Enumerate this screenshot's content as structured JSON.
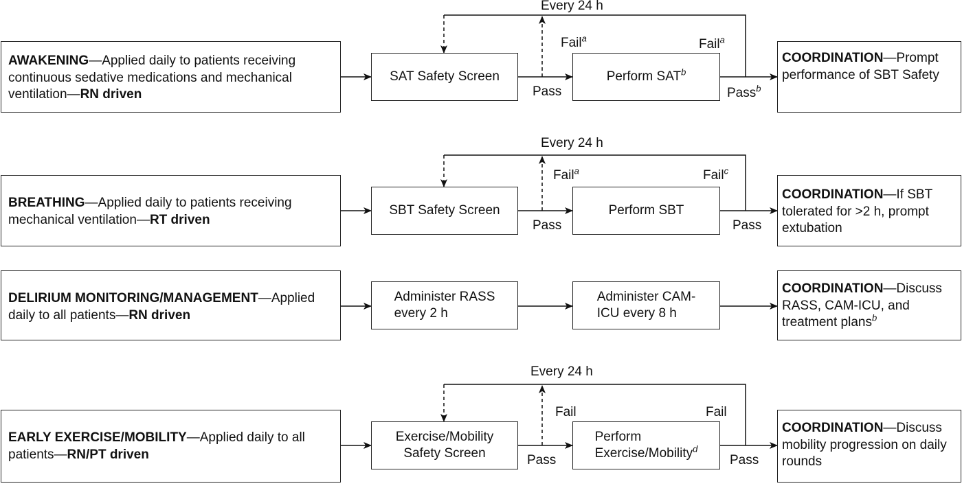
{
  "rows": [
    {
      "left": {
        "title": "AWAKENING",
        "text": "—Applied daily to patients receiving continuous sedative medications and mechanical ventilation—",
        "driver": "RN driven"
      },
      "screen": "SAT Safety Screen",
      "perform": "Perform SAT",
      "perform_sup": "b",
      "loop": "Every 24 h",
      "fail1": "Fail",
      "fail1_sup": "a",
      "fail2": "Fail",
      "fail2_sup": "a",
      "pass1": "Pass",
      "pass2": "Pass",
      "pass2_sup": "b",
      "right": {
        "title": "COORDINATION",
        "text": "—Prompt performance of SBT Safety",
        "sup": ""
      }
    },
    {
      "left": {
        "title": "BREATHING",
        "text": "—Applied daily to patients receiving mechanical ventilation—",
        "driver": "RT driven"
      },
      "screen": "SBT Safety Screen",
      "perform": "Perform SBT",
      "perform_sup": "",
      "loop": "Every 24 h",
      "fail1": "Fail",
      "fail1_sup": "a",
      "fail2": "Fail",
      "fail2_sup": "c",
      "pass1": "Pass",
      "pass2": "Pass",
      "pass2_sup": "",
      "right": {
        "title": "COORDINATION",
        "text": "—If SBT tolerated for >2 h, prompt extubation",
        "sup": ""
      }
    },
    {
      "left": {
        "title": "DELIRIUM MONITORING/MANAGEMENT",
        "text": "—Applied daily to all patients—",
        "driver": "RN driven"
      },
      "screen": "Administer RASS\nevery 2 h",
      "perform": "Administer CAM-\nICU every 8 h",
      "perform_sup": "",
      "right": {
        "title": "COORDINATION",
        "text": "—Discuss RASS, CAM-ICU, and treatment plans",
        "sup": "b"
      }
    },
    {
      "left": {
        "title": "EARLY EXERCISE/MOBILITY",
        "text": "—Applied daily to all patients—",
        "driver": "RN/PT driven"
      },
      "screen": "Exercise/Mobility\nSafety Screen",
      "perform": "Perform\nExercise/Mobility",
      "perform_sup": "d",
      "loop": "Every 24 h",
      "fail1": "Fail",
      "fail1_sup": "",
      "fail2": "Fail",
      "fail2_sup": "",
      "pass1": "Pass",
      "pass2": "Pass",
      "pass2_sup": "",
      "right": {
        "title": "COORDINATION",
        "text": "—Discuss mobility progression on daily rounds",
        "sup": ""
      }
    }
  ]
}
